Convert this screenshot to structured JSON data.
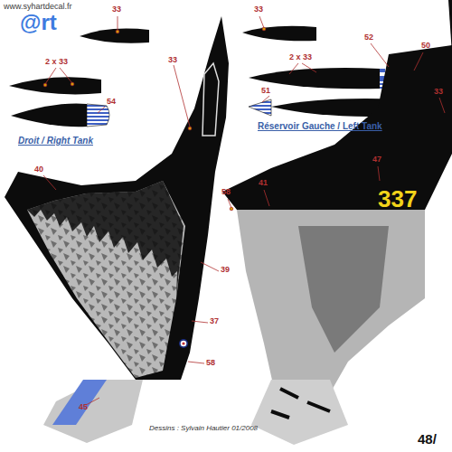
{
  "diagram": {
    "labels": [
      "www.syhartdecal.fr",
      "@rt",
      "33",
      "2 x 33",
      "54",
      "Droit / Right Tank",
      "33",
      "40",
      "39",
      "37",
      "58",
      "45",
      "33",
      "2 x 33",
      "52",
      "50",
      "51",
      "Réservoir Gauche / Left Tank",
      "33",
      "47",
      "337",
      "58",
      "41",
      "Dessins : Sylvain Hautier 01/2008",
      "48/"
    ]
  }
}
